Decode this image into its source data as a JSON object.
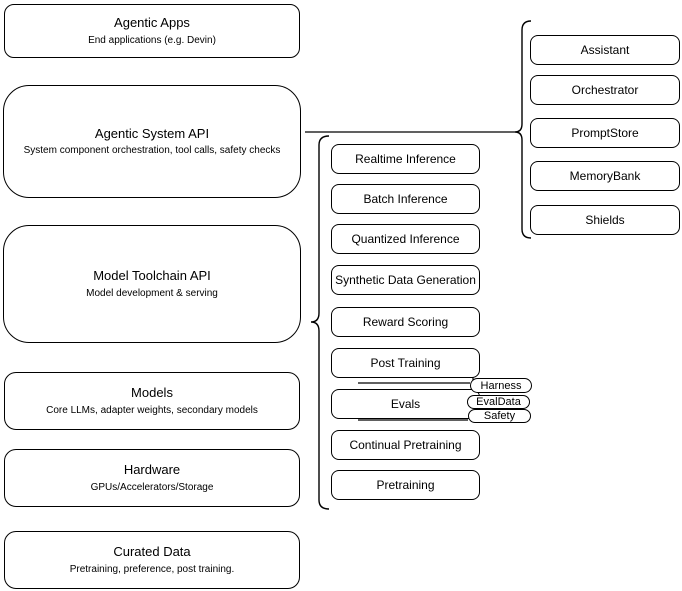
{
  "diagram": {
    "stack": [
      {
        "title": "Agentic Apps",
        "subtitle": "End applications (e.g. Devin)"
      },
      {
        "title": "Agentic System API",
        "subtitle": "System component orchestration, tool calls, safety checks"
      },
      {
        "title": "Model Toolchain API",
        "subtitle": "Model development & serving"
      },
      {
        "title": "Models",
        "subtitle": "Core LLMs, adapter weights, secondary models"
      },
      {
        "title": "Hardware",
        "subtitle": "GPUs/Accelerators/Storage"
      },
      {
        "title": "Curated Data",
        "subtitle": "Pretraining, preference, post training."
      }
    ],
    "toolchain_items": [
      "Realtime Inference",
      "Batch Inference",
      "Quantized Inference",
      "Synthetic Data Generation",
      "Reward Scoring",
      "Post Training",
      "Evals",
      "Continual Pretraining",
      "Pretraining"
    ],
    "eval_tags": [
      "Harness",
      "EvalData",
      "Safety"
    ],
    "system_components": [
      "Assistant",
      "Orchestrator",
      "PromptStore",
      "MemoryBank",
      "Shields"
    ],
    "colors": {
      "stroke": "#000000",
      "fill": "#ffffff"
    }
  }
}
